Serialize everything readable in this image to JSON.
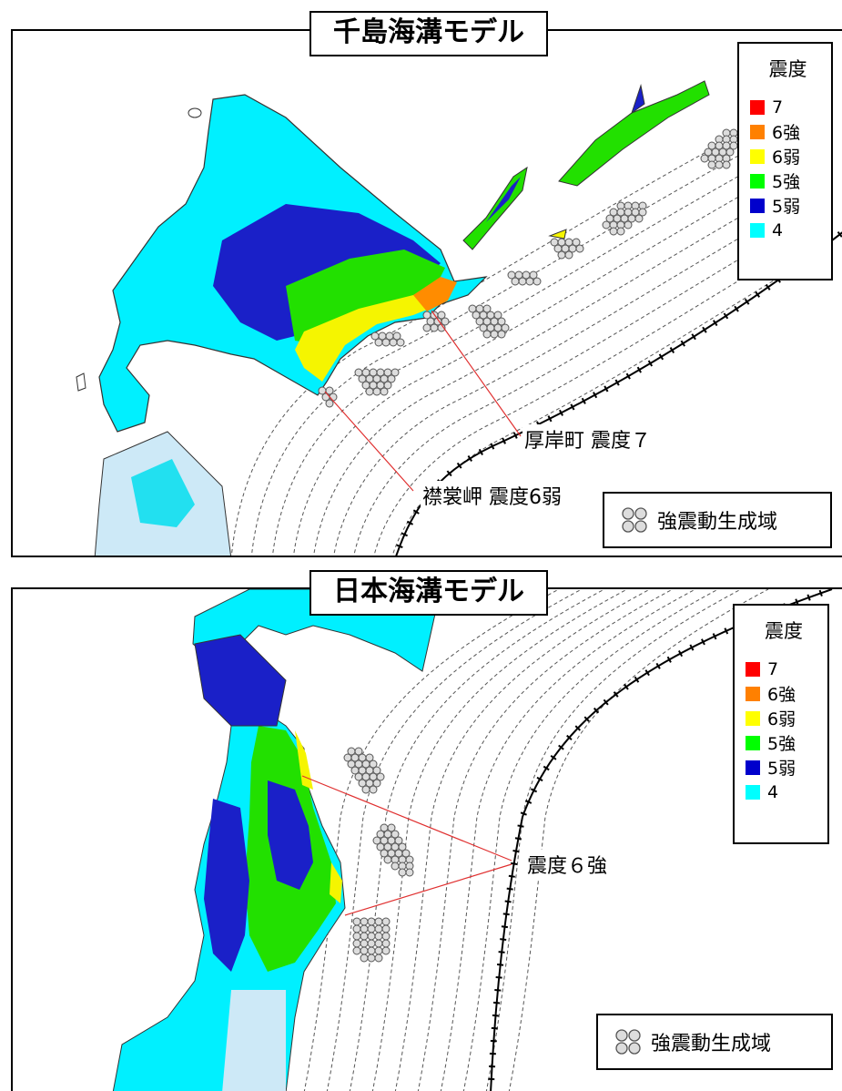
{
  "top_panel": {
    "title": "千島海溝モデル",
    "legend": {
      "title": "震度",
      "items": [
        {
          "label": "7",
          "color": "#ff0000"
        },
        {
          "label": "6強",
          "color": "#ff8000"
        },
        {
          "label": "6弱",
          "color": "#ffff00"
        },
        {
          "label": "5強",
          "color": "#00ff00"
        },
        {
          "label": "5弱",
          "color": "#0000cc"
        },
        {
          "label": "4",
          "color": "#00ffff"
        }
      ]
    },
    "annotations": {
      "akkeshi": "厚岸町 震度７",
      "erimo": "襟裳岬 震度6弱"
    },
    "source_legend": {
      "label": "強震動生成域",
      "icon": "strong-motion-area-icon"
    }
  },
  "bottom_panel": {
    "title": "日本海溝モデル",
    "legend": {
      "title": "震度",
      "items": [
        {
          "label": "7",
          "color": "#ff0000"
        },
        {
          "label": "6強",
          "color": "#ff8000"
        },
        {
          "label": "6弱",
          "color": "#ffff00"
        },
        {
          "label": "5強",
          "color": "#00ff00"
        },
        {
          "label": "5弱",
          "color": "#0000cc"
        },
        {
          "label": "4",
          "color": "#00ffff"
        }
      ]
    },
    "annotations": {
      "shindo6": "震度６強"
    },
    "source_legend": {
      "label": "強震動生成域",
      "icon": "strong-motion-area-icon"
    }
  }
}
